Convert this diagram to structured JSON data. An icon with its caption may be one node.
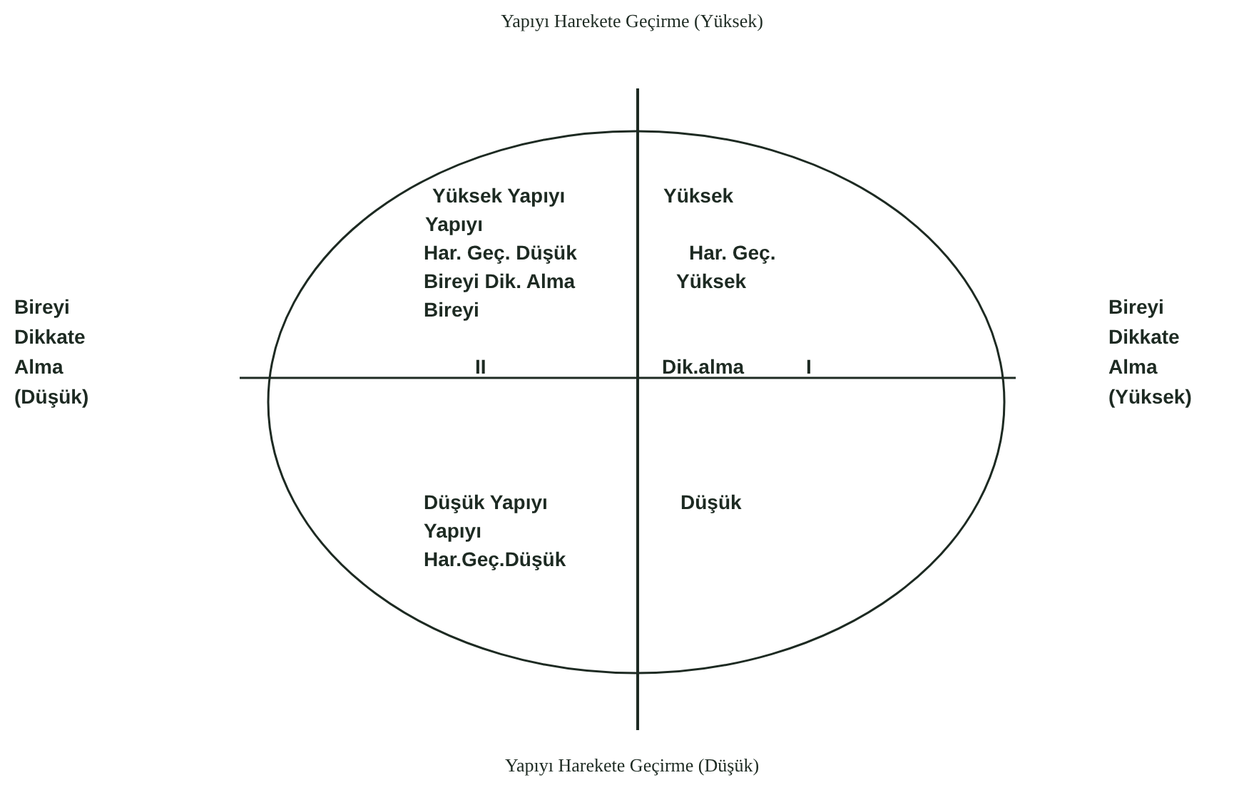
{
  "diagram": {
    "labels": [
      "Yapıyı Harekete Geçirme (Yüksek)",
      "Yüksek Yapıyı",
      "Yüksek",
      "Yapıyı",
      "Har. Geç. Düşük",
      "Har. Geç.",
      "Bireyi Dikkate Alma (Düşük)",
      "Bireyi Dik. Alma",
      "Yüksek",
      "Bireyi Dikkate Alma (Yüksek)",
      "Bireyi",
      "II",
      "Dik.alma",
      "I",
      "Düşük Yapıyı",
      "Düşük",
      "Yapıyı",
      "Har.Geç.Düşük",
      "Yapıyı Harekete Geçirme (Düşük)"
    ]
  }
}
